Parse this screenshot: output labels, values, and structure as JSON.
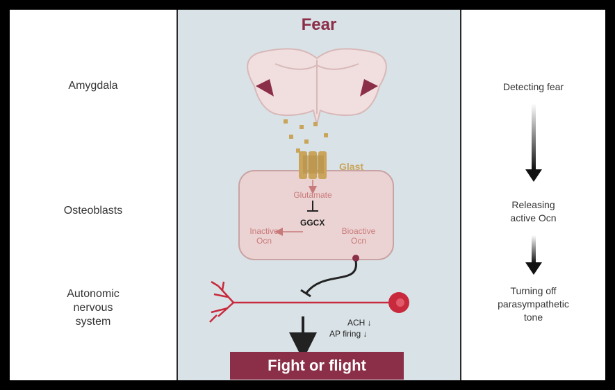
{
  "left_labels": {
    "amygdala": "Amygdala",
    "osteoblasts": "Osteoblasts",
    "autonomic": [
      "Autonomic",
      "nervous",
      "system"
    ]
  },
  "center": {
    "title": "Fear",
    "receptor_label": "Glast",
    "glutamate_label": "Glutamate",
    "enzyme_label": "GGCX",
    "inactive_label": [
      "Inactive",
      "Ocn"
    ],
    "bioactive_label": [
      "Bioactive",
      "Ocn"
    ],
    "ach_label": "ACH ↓",
    "ap_label": "AP firing ↓",
    "banner": "Fight or flight"
  },
  "right_labels": {
    "detecting": "Detecting fear",
    "releasing": [
      "Releasing",
      "active Ocn"
    ],
    "turning_off": [
      "Turning off",
      "parasympathetic",
      "tone"
    ]
  },
  "colors": {
    "accent": "#8b2e47",
    "panel_bg": "#d9e2e6",
    "cell_fill": "#ecd3d3",
    "receptor": "#c9a45a",
    "neuron": "#c8293c"
  }
}
